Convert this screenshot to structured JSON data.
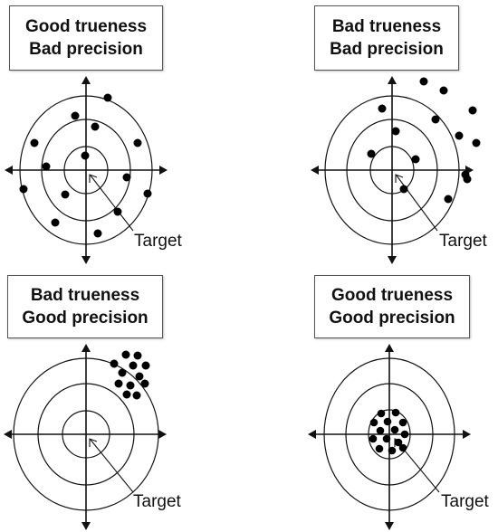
{
  "panels": [
    {
      "line1": "Good trueness",
      "line2": "Bad precision",
      "target_label": "Target"
    },
    {
      "line1": "Bad trueness",
      "line2": "Bad precision",
      "target_label": "Target"
    },
    {
      "line1": "Bad trueness",
      "line2": "Good precision",
      "target_label": "Target"
    },
    {
      "line1": "Good trueness",
      "line2": "Good precision",
      "target_label": "Target"
    }
  ],
  "colors": {
    "ink": "#111111",
    "box_border": "#555555"
  }
}
